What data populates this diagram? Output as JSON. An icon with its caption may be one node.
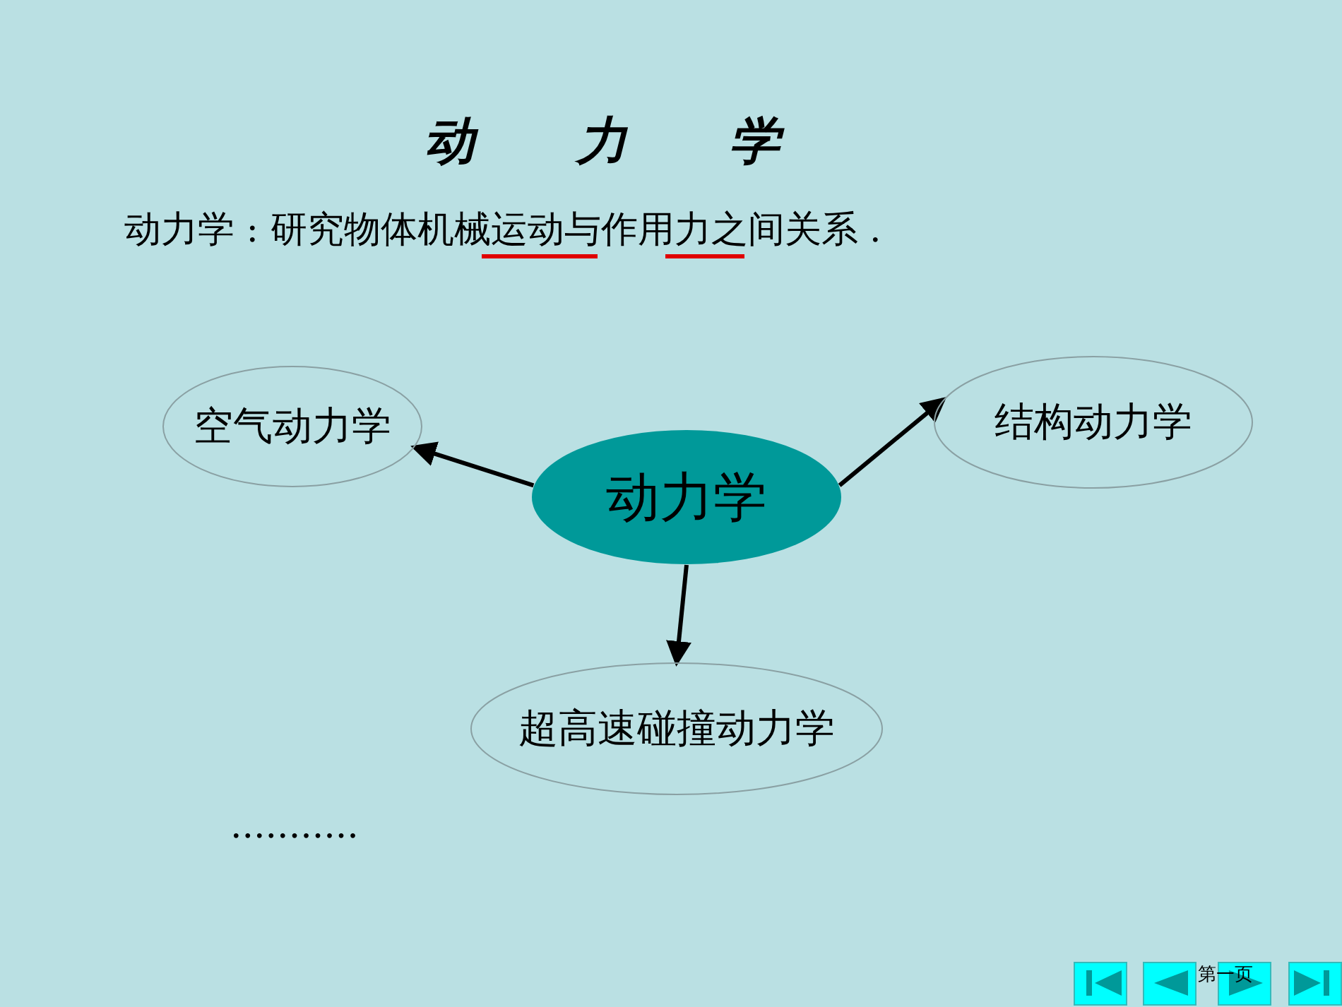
{
  "diagram": {
    "title": "动力学",
    "nodes": [
      {
        "text": [
          "动力学"
        ]
      },
      {
        "text": [
          "空气动力学"
        ]
      },
      {
        "text": [
          "结构动力学"
        ]
      },
      {
        "text": [
          "超高速碰撞动力学"
        ]
      }
    ],
    "edges": [
      {
        "from": 0,
        "to": 1,
        "arrow": "to"
      },
      {
        "from": 0,
        "to": 2,
        "arrow": "to"
      },
      {
        "from": 0,
        "to": 3,
        "arrow": "to"
      }
    ],
    "labels": [
      "动力学 : 研究物体机械运动与作用力之间关系 .",
      "...........",
      "第一页"
    ]
  }
}
